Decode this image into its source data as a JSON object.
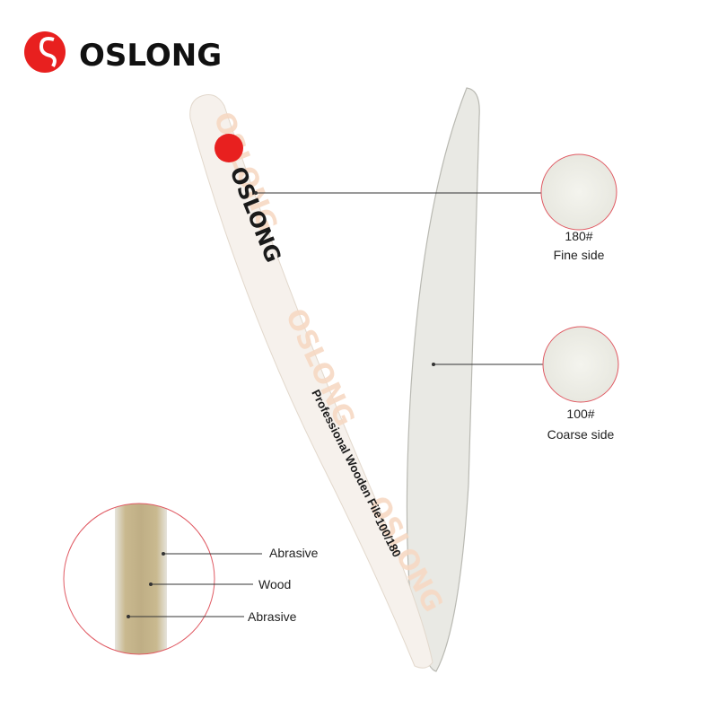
{
  "brand": {
    "name": "OSLONG",
    "color": "#e8201f"
  },
  "file": {
    "brand_text": "OSLONG",
    "product_text": "Professional Wooden File",
    "grit_text": "100/180",
    "watermark_color": "#f7d9c3"
  },
  "callouts": {
    "fine": {
      "grit": "180#",
      "label": "Fine side"
    },
    "coarse": {
      "grit": "100#",
      "label": "Coarse side"
    }
  },
  "cross_section": {
    "layers": [
      {
        "label": "Abrasive"
      },
      {
        "label": "Wood"
      },
      {
        "label": "Abrasive"
      }
    ],
    "circle_color": "#e05a63"
  }
}
